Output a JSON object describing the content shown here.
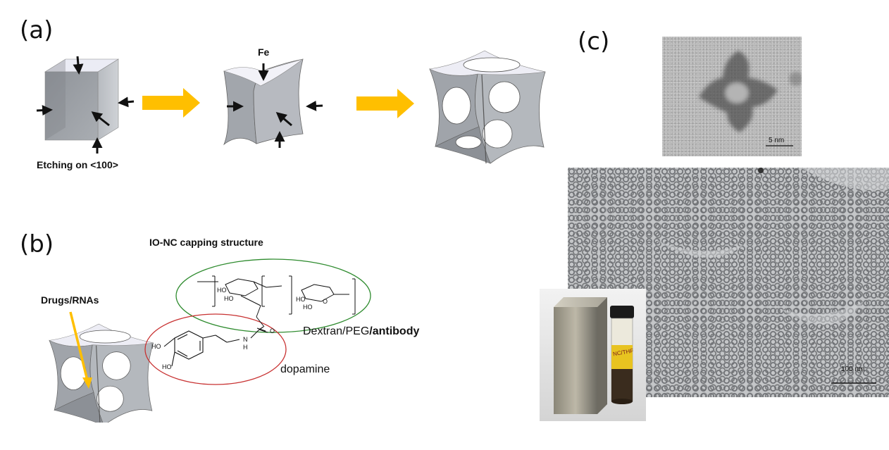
{
  "panels": {
    "a": {
      "label": "(a)",
      "fe_label": "Fe",
      "etching_label": "Etching on <100>",
      "colors": {
        "arrow": "#ffbf00",
        "cube_face": "#9a9ea4",
        "cube_top": "#e9eaf3"
      }
    },
    "b": {
      "label": "(b)",
      "capping_title": "IO-NC capping structure",
      "drugs_label": "Drugs/RNAs",
      "dextran_prefix": "Dextran/PEG",
      "antibody": "/antibody",
      "dopamine_label": "dopamine",
      "chem": {
        "ho": "HO",
        "o": "O",
        "n": "N",
        "h": "H"
      },
      "colors": {
        "green_ellipse": "#2e8b2e",
        "red_ellipse": "#c83232",
        "drug_arrow": "#ffbf00"
      }
    },
    "c": {
      "label": "(c)",
      "scale_small": "5 nm",
      "scale_large": "100 nm",
      "vial_label": "NC/THF"
    }
  }
}
